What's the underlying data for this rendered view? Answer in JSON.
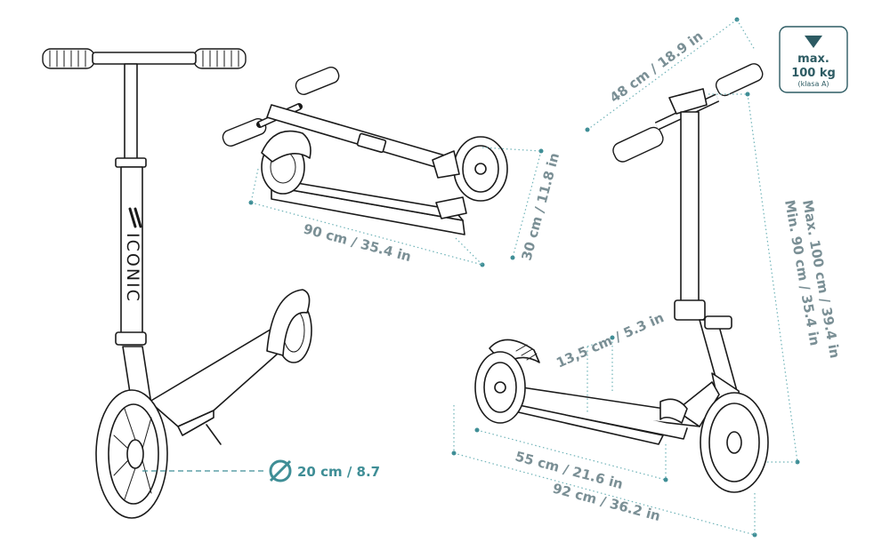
{
  "brand": "ICONIC",
  "badge": {
    "line1": "max.",
    "line2": "100 kg",
    "line3": "(klasa A)"
  },
  "dimensions": {
    "wheel_diameter": "20 cm / 8.7",
    "folded_length": "90 cm / 35.4 in",
    "folded_height": "30 cm / 11.8 in",
    "handlebar_width": "48 cm / 18.9 in",
    "height_max": "Max. 100 cm / 39.4 in",
    "height_min": "Min. 90 cm / 35.4 in",
    "deck_width": "13,5 cm / 5.3 in",
    "deck_length": "55 cm / 21.6 in",
    "total_length": "92 cm / 36.2 in"
  },
  "colors": {
    "accent": "#3f8e96",
    "dim_text": "#7a8f95",
    "line": "#1a1a1a"
  }
}
